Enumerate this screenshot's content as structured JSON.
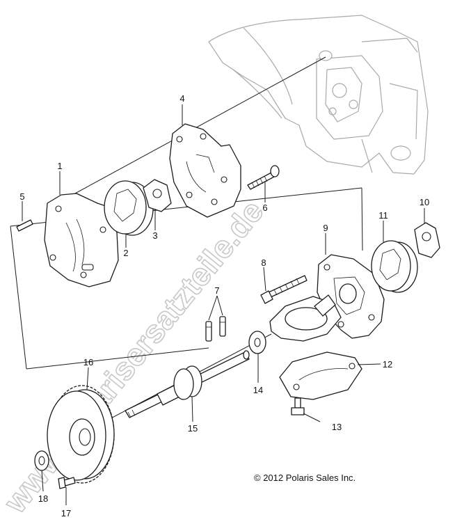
{
  "watermark": "www.polarisersatzteile.de",
  "copyright": "© 2012 Polaris Sales Inc.",
  "callouts": [
    "1",
    "2",
    "3",
    "4",
    "5",
    "6",
    "7",
    "8",
    "9",
    "10",
    "11",
    "12",
    "13",
    "14",
    "15",
    "16",
    "17",
    "18"
  ]
}
